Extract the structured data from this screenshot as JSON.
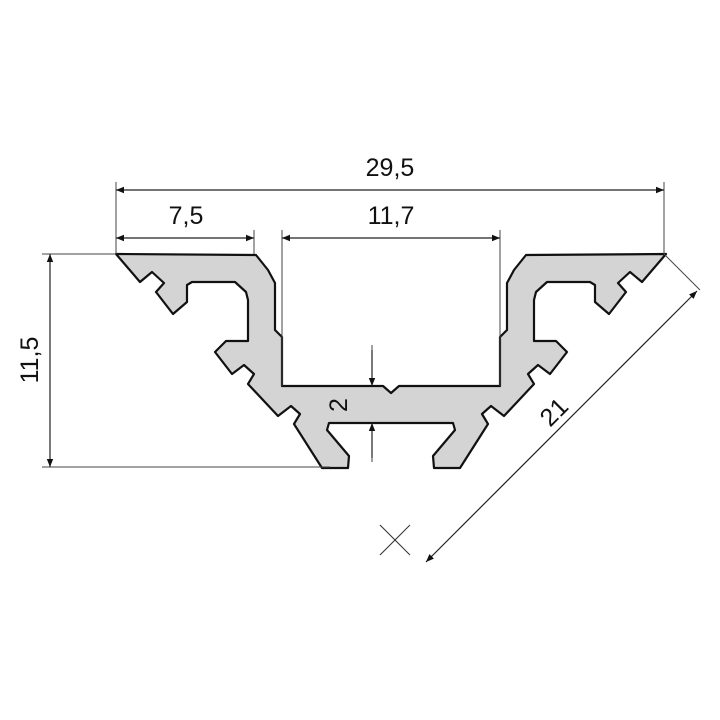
{
  "dimensions": {
    "overall_width": "29,5",
    "flange_width": "7,5",
    "channel_width": "11,7",
    "height": "11,5",
    "floor_thickness": "2",
    "diagonal_width": "21"
  },
  "colors": {
    "profile_fill": "#d4d4d4",
    "outline": "#111111",
    "dimension_line": "#333333"
  }
}
